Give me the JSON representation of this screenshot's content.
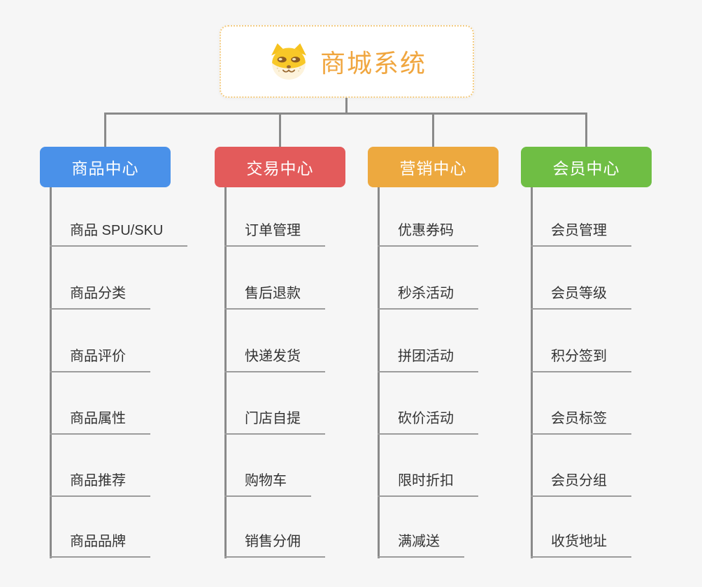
{
  "background_color": "#F6F6F6",
  "connector_color": "#8A8A8A",
  "root": {
    "title": "商城系统",
    "icon": "dog-face-icon",
    "text_color": "#F0A63F",
    "border_color": "#F3CB80"
  },
  "leaf_style": {
    "text_color": "#333333",
    "underline_color": "#9C9C9C"
  },
  "branches": [
    {
      "label": "商品中心",
      "color": "#4A91E9",
      "children": [
        "商品 SPU/SKU",
        "商品分类",
        "商品评价",
        "商品属性",
        "商品推荐",
        "商品品牌"
      ]
    },
    {
      "label": "交易中心",
      "color": "#E35B5B",
      "children": [
        "订单管理",
        "售后退款",
        "快递发货",
        "门店自提",
        "购物车",
        "销售分佣"
      ]
    },
    {
      "label": "营销中心",
      "color": "#EDA93F",
      "children": [
        "优惠券码",
        "秒杀活动",
        "拼团活动",
        "砍价活动",
        "限时折扣",
        "满减送"
      ]
    },
    {
      "label": "会员中心",
      "color": "#6FBE44",
      "children": [
        "会员管理",
        "会员等级",
        "积分签到",
        "会员标签",
        "会员分组",
        "收货地址"
      ]
    }
  ]
}
